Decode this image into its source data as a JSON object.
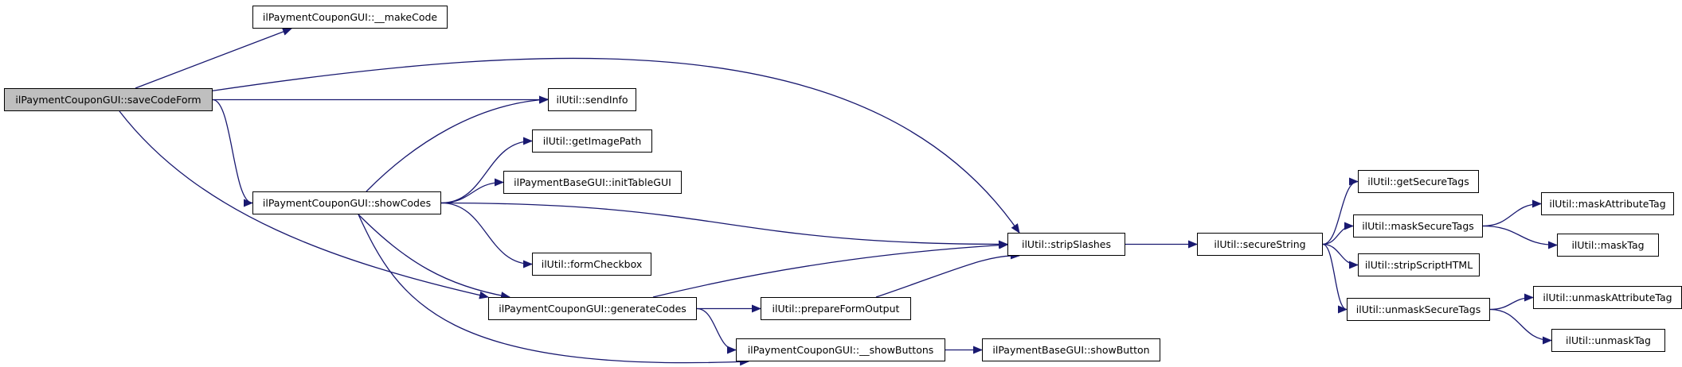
{
  "nodes": [
    {
      "id": "save",
      "label": "ilPaymentCouponGUI::saveCodeForm",
      "root": true
    },
    {
      "id": "make",
      "label": "ilPaymentCouponGUI::__makeCode"
    },
    {
      "id": "sendInfo",
      "label": "ilUtil::sendInfo"
    },
    {
      "id": "getImagePath",
      "label": "ilUtil::getImagePath"
    },
    {
      "id": "showCodes",
      "label": "ilPaymentCouponGUI::showCodes"
    },
    {
      "id": "initTable",
      "label": "ilPaymentBaseGUI::initTableGUI"
    },
    {
      "id": "formCheckbox",
      "label": "ilUtil::formCheckbox"
    },
    {
      "id": "generate",
      "label": "ilPaymentCouponGUI::generateCodes"
    },
    {
      "id": "prepare",
      "label": "ilUtil::prepareFormOutput"
    },
    {
      "id": "showButtons",
      "label": "ilPaymentCouponGUI::__showButtons"
    },
    {
      "id": "showButton",
      "label": "ilPaymentBaseGUI::showButton"
    },
    {
      "id": "strip",
      "label": "ilUtil::stripSlashes"
    },
    {
      "id": "secure",
      "label": "ilUtil::secureString"
    },
    {
      "id": "getSecure",
      "label": "ilUtil::getSecureTags"
    },
    {
      "id": "maskSecure",
      "label": "ilUtil::maskSecureTags"
    },
    {
      "id": "stripScript",
      "label": "ilUtil::stripScriptHTML"
    },
    {
      "id": "unmaskSecure",
      "label": "ilUtil::unmaskSecureTags"
    },
    {
      "id": "maskAttr",
      "label": "ilUtil::maskAttributeTag"
    },
    {
      "id": "maskTag",
      "label": "ilUtil::maskTag"
    },
    {
      "id": "unmaskAttr",
      "label": "ilUtil::unmaskAttributeTag"
    },
    {
      "id": "unmaskTag",
      "label": "ilUtil::unmaskTag"
    }
  ],
  "edges": [
    {
      "from": "save",
      "to": "make"
    },
    {
      "from": "save",
      "to": "strip"
    },
    {
      "from": "save",
      "to": "sendInfo"
    },
    {
      "from": "save",
      "to": "showCodes"
    },
    {
      "from": "save",
      "to": "generate"
    },
    {
      "from": "showCodes",
      "to": "sendInfo"
    },
    {
      "from": "showCodes",
      "to": "getImagePath"
    },
    {
      "from": "showCodes",
      "to": "initTable"
    },
    {
      "from": "showCodes",
      "to": "strip"
    },
    {
      "from": "showCodes",
      "to": "formCheckbox"
    },
    {
      "from": "showCodes",
      "to": "generate"
    },
    {
      "from": "showCodes",
      "to": "showButtons"
    },
    {
      "from": "generate",
      "to": "strip"
    },
    {
      "from": "generate",
      "to": "prepare"
    },
    {
      "from": "generate",
      "to": "showButtons"
    },
    {
      "from": "prepare",
      "to": "strip"
    },
    {
      "from": "showButtons",
      "to": "showButton"
    },
    {
      "from": "strip",
      "to": "secure"
    },
    {
      "from": "secure",
      "to": "getSecure"
    },
    {
      "from": "secure",
      "to": "maskSecure"
    },
    {
      "from": "secure",
      "to": "stripScript"
    },
    {
      "from": "secure",
      "to": "unmaskSecure"
    },
    {
      "from": "maskSecure",
      "to": "maskAttr"
    },
    {
      "from": "maskSecure",
      "to": "maskTag"
    },
    {
      "from": "unmaskSecure",
      "to": "unmaskAttr"
    },
    {
      "from": "unmaskSecure",
      "to": "unmaskTag"
    }
  ],
  "colors": {
    "edge": "#191970",
    "root_fill": "#bfbfbf",
    "node_border": "#000000"
  }
}
